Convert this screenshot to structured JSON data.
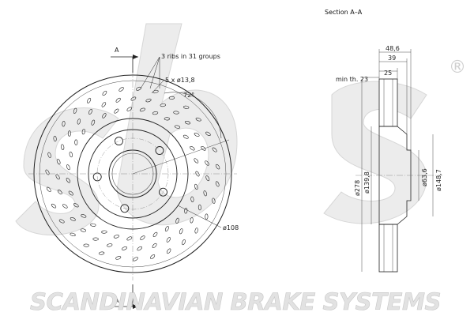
{
  "drawing": {
    "section_title": "Section A–A",
    "section_marker": "A",
    "callouts": {
      "ribs": "3 ribs in 31 groups",
      "holes": "5 x ø13,8",
      "angle": "72°",
      "pcd": "ø108"
    },
    "dimensions": {
      "total_thickness": "48,6",
      "hat_depth": "39",
      "disc_thickness": "25",
      "min_thickness": "min th. 23",
      "outer_diameter": "ø278",
      "inner_ring_diameter": "ø139,8",
      "center_bore": "ø63,6",
      "hat_diameter": "ø148,7"
    },
    "brand": {
      "logo_text": "sbs",
      "registered_mark": "®",
      "footer_text": "SCANDINAVIAN BRAKE SYSTEMS"
    }
  }
}
